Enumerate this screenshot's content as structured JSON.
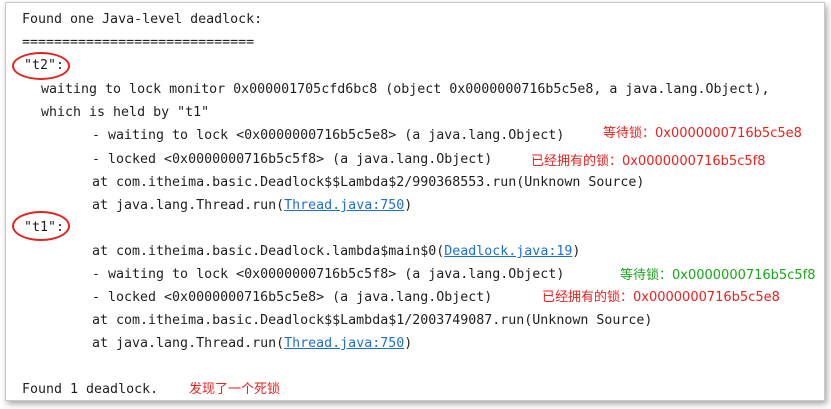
{
  "header": {
    "line1": "Found one Java-level deadlock:",
    "separator": "============================="
  },
  "t2": {
    "name": "\"t2\":",
    "waiting": "waiting to lock monitor 0x000001705cfd6bc8 (object 0x0000000716b5c5e8, a java.lang.Object),",
    "held_by": "which is held by \"t1\"",
    "wait_line": "- waiting to lock <0x0000000716b5c5e8> (a java.lang.Object)",
    "wait_note": "等待锁：0x0000000716b5c5e8",
    "locked_line": "- locked <0x0000000716b5c5f8> (a java.lang.Object)",
    "locked_note": "已经拥有的锁：0x0000000716b5c5f8",
    "at1": "at com.itheima.basic.Deadlock$$Lambda$2/990368553.run(Unknown Source)",
    "at2_prefix": "at java.lang.Thread.run(",
    "at2_link": "Thread.java:750",
    "at2_suffix": ")"
  },
  "t1": {
    "name": "\"t1\":",
    "at0_prefix": "at com.itheima.basic.Deadlock.lambda$main$0(",
    "at0_link": "Deadlock.java:19",
    "at0_suffix": ")",
    "wait_line": "- waiting to lock <0x0000000716b5c5f8> (a java.lang.Object)",
    "wait_note": "等待锁：0x0000000716b5c5f8",
    "locked_line": "- locked <0x0000000716b5c5e8> (a java.lang.Object)",
    "locked_note": "已经拥有的锁：0x0000000716b5c5e8",
    "at1": "at com.itheima.basic.Deadlock$$Lambda$1/2003749087.run(Unknown Source)",
    "at2_prefix": "at java.lang.Thread.run(",
    "at2_link": "Thread.java:750",
    "at2_suffix": ")"
  },
  "footer": {
    "found": "Found 1 deadlock.",
    "note": "发现了一个死锁"
  },
  "colors": {
    "annotation_red": "#e8221f",
    "annotation_green": "#1aa51a",
    "link": "#1f6fd1",
    "circle": "#e0241f"
  }
}
